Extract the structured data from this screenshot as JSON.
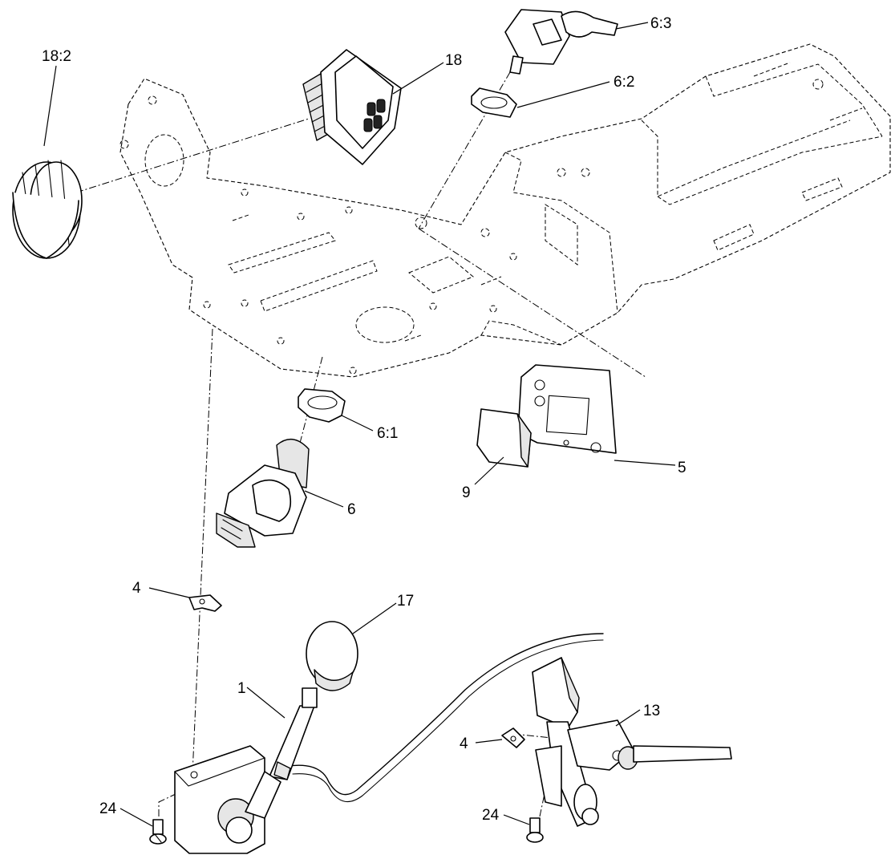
{
  "callouts": {
    "c18_2": "18:2",
    "c18": "18",
    "c6_3": "6:3",
    "c6_2": "6:2",
    "c6_1": "6:1",
    "c6": "6",
    "c5": "5",
    "c9": "9",
    "c4_left": "4",
    "c17": "17",
    "c1": "1",
    "c13": "13",
    "c4_right": "4",
    "c24_left": "24",
    "c24_right": "24"
  }
}
